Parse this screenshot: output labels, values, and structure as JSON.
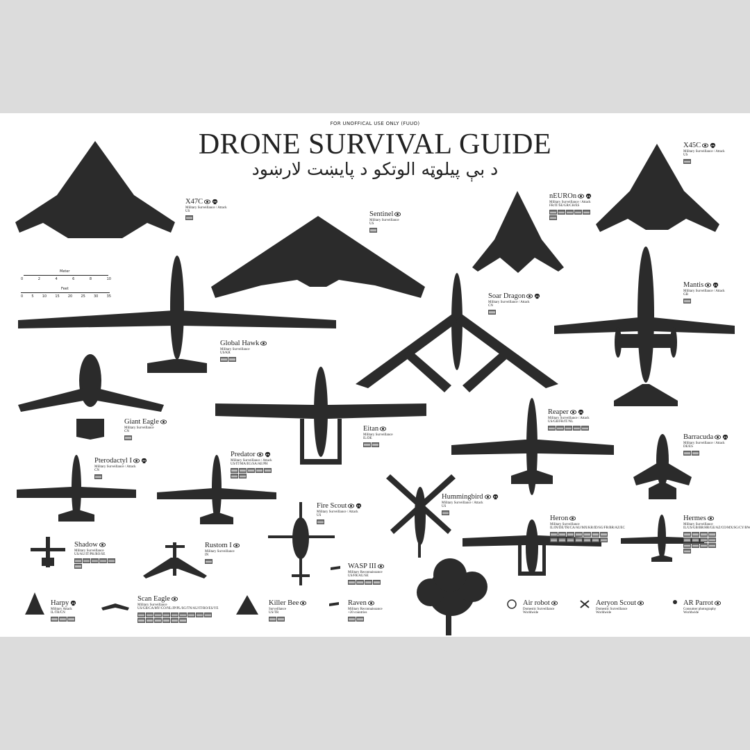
{
  "header": {
    "note": "FOR UNOFFICAL USE ONLY (FUUO)",
    "title": "DRONE SURVIVAL GUIDE",
    "subtitle": "د بې پيلوټه الوتکو د پایښت لارښود"
  },
  "scale": {
    "meter_label": "Meter",
    "feet_label": "Feet",
    "meter_ticks": [
      "0",
      "2",
      "4",
      "6",
      "8",
      "10"
    ],
    "feet_ticks": [
      "0",
      "5",
      "10",
      "15",
      "20",
      "25",
      "30",
      "35"
    ]
  },
  "tree_icon": "tree-silhouette",
  "drones": [
    {
      "id": "x47c",
      "name": "X47C",
      "type": "Military Surveillance / Attack",
      "countries": "US",
      "flags": 1,
      "icons": [
        "eye-icon",
        "skull-icon"
      ]
    },
    {
      "id": "sentinel",
      "name": "Sentinel",
      "type": "Military Surveillance",
      "countries": "US",
      "flags": 1,
      "icons": [
        "eye-icon"
      ]
    },
    {
      "id": "neuron",
      "name": "nEUROn",
      "type": "Military Surveillance / Attack",
      "countries": "FR/IT/SE/GR/CH/ES",
      "flags": 6,
      "icons": [
        "eye-icon",
        "skull-icon"
      ]
    },
    {
      "id": "x45c",
      "name": "X45C",
      "type": "Military Surveillance / Attack",
      "countries": "US",
      "flags": 1,
      "icons": [
        "eye-icon",
        "skull-icon"
      ]
    },
    {
      "id": "soar-dragon",
      "name": "Soar Dragon",
      "type": "Military Surveillance / Attack",
      "countries": "CN",
      "flags": 1,
      "icons": [
        "eye-icon",
        "skull-icon"
      ]
    },
    {
      "id": "mantis",
      "name": "Mantis",
      "type": "Military Surveillance / Attack",
      "countries": "GB",
      "flags": 1,
      "icons": [
        "eye-icon",
        "skull-icon"
      ]
    },
    {
      "id": "global-hawk",
      "name": "Global Hawk",
      "type": "Military Surveillance",
      "countries": "US/KR",
      "flags": 2,
      "icons": [
        "eye-icon"
      ]
    },
    {
      "id": "giant-eagle",
      "name": "Giant Eagle",
      "type": "Military Surveillance",
      "countries": "CN",
      "flags": 1,
      "icons": [
        "eye-icon"
      ]
    },
    {
      "id": "eitan",
      "name": "Eitan",
      "type": "Military Surveillance",
      "countries": "IL/DE",
      "flags": 2,
      "icons": [
        "eye-icon"
      ]
    },
    {
      "id": "reaper",
      "name": "Reaper",
      "type": "Military Surveillance / Attack",
      "countries": "US/GB/FR/IT/NL",
      "flags": 5,
      "icons": [
        "eye-icon",
        "skull-icon"
      ]
    },
    {
      "id": "barracuda",
      "name": "Barracuda",
      "type": "Military Surveillance / Attack",
      "countries": "DE/ES",
      "flags": 2,
      "icons": [
        "eye-icon",
        "skull-icon"
      ]
    },
    {
      "id": "pterodactyl",
      "name": "Pterodactyl I",
      "type": "Military Surveillance / Attack",
      "countries": "CN",
      "flags": 1,
      "icons": [
        "eye-icon",
        "skull-icon"
      ]
    },
    {
      "id": "predator",
      "name": "Predator",
      "type": "Military Surveillance / Attack",
      "countries": "US/IT/MA/EG/SA/AE/PH",
      "flags": 7,
      "icons": [
        "eye-icon",
        "skull-icon"
      ]
    },
    {
      "id": "hummingbird",
      "name": "Hummingbird",
      "type": "Military Surveillance / Attack",
      "countries": "US",
      "flags": 1,
      "icons": [
        "eye-icon",
        "skull-icon"
      ]
    },
    {
      "id": "fire-scout",
      "name": "Fire Scout",
      "type": "Military Surveillance / Attack",
      "countries": "US",
      "flags": 1,
      "icons": [
        "eye-icon",
        "skull-icon"
      ]
    },
    {
      "id": "heron",
      "name": "Heron",
      "type": "Military Surveillance",
      "countries": "IL/IN/DE/TR/CA/AU/MX/KR/ID/SG/FR/BR/AZ/EC",
      "flags": 14,
      "icons": [
        "eye-icon"
      ]
    },
    {
      "id": "hermes",
      "name": "Hermes",
      "type": "Military Surveillance",
      "countries": "IL/US/GB/BR/HR/GE/AZ/CO/MX/SG/CY/BW/MK",
      "flags": 13,
      "icons": [
        "eye-icon"
      ]
    },
    {
      "id": "shadow",
      "name": "Shadow",
      "type": "Military Surveillance",
      "countries": "US/AU/IT/PK/RO/SE",
      "flags": 6,
      "icons": [
        "eye-icon"
      ]
    },
    {
      "id": "rustom",
      "name": "Rustom I",
      "type": "Military Surveillance",
      "countries": "IN",
      "flags": 1,
      "icons": [
        "eye-icon"
      ]
    },
    {
      "id": "wasp",
      "name": "WASP III",
      "type": "Military Reconnaissance",
      "countries": "US/FR/AU/SE",
      "flags": 4,
      "icons": [
        "eye-icon"
      ]
    },
    {
      "id": "harpy",
      "name": "Harpy",
      "type": "Military Attack",
      "countries": "IL/TR/CN",
      "flags": 3,
      "icons": [
        "skull-icon"
      ]
    },
    {
      "id": "scan-eagle",
      "name": "Scan Eagle",
      "type": "Military Surveillance",
      "countries": "US/GB/CA/MY/CO/NL/JP/PL/SG/TN/AU/IT/RO/ES/YE",
      "flags": 15,
      "icons": [
        "eye-icon"
      ]
    },
    {
      "id": "killer-bee",
      "name": "Killer Bee",
      "type": "Surveillance",
      "countries": "US/TR",
      "flags": 2,
      "icons": [
        "eye-icon"
      ]
    },
    {
      "id": "raven",
      "name": "Raven",
      "type": "Military Reconnaissance",
      "countries": "+20 countries",
      "flags": 2,
      "icons": [
        "eye-icon"
      ]
    },
    {
      "id": "air-robot",
      "name": "Air robot",
      "type": "Domestic Surveillance",
      "countries": "Worldwide",
      "flags": 0,
      "icons": [
        "eye-icon"
      ]
    },
    {
      "id": "aeryon",
      "name": "Aeryon Scout",
      "type": "Domestic Surveillance",
      "countries": "Worldwide",
      "flags": 0,
      "icons": [
        "eye-icon"
      ]
    },
    {
      "id": "ar-parrot",
      "name": "AR Parrot",
      "type": "Consumer photography",
      "countries": "Worldwide",
      "flags": 0,
      "icons": [
        "eye-icon"
      ]
    }
  ]
}
